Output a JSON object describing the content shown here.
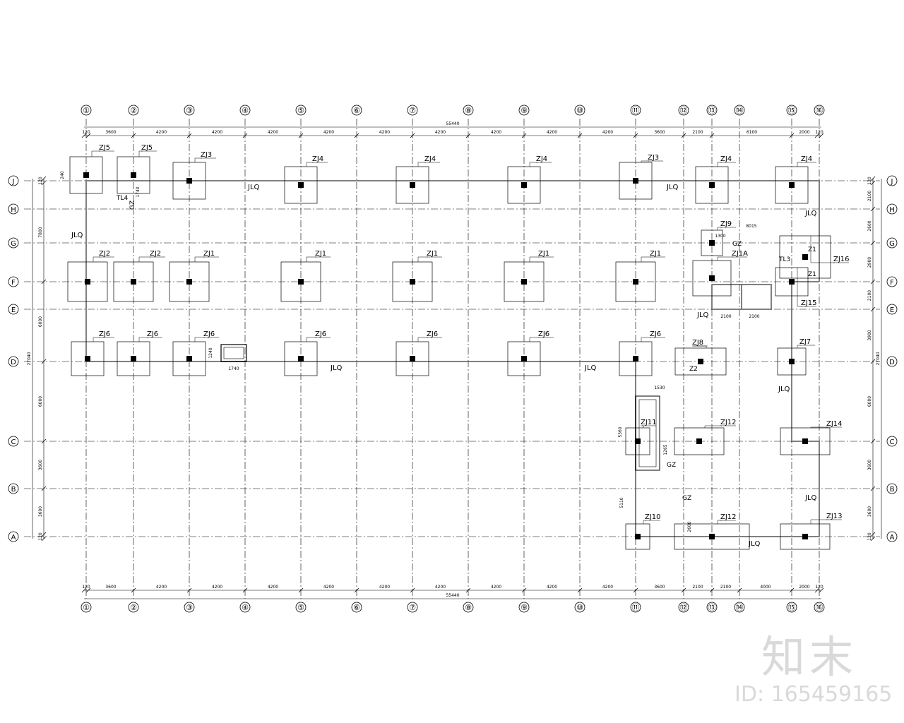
{
  "axes_x": [
    "①",
    "②",
    "③",
    "④",
    "⑤",
    "⑥",
    "⑦",
    "⑧",
    "⑨",
    "⑩",
    "⑪",
    "⑫",
    "⑬",
    "⑭",
    "⑮",
    "⑯"
  ],
  "axes_y": [
    "J",
    "H",
    "G",
    "F",
    "E",
    "D",
    "C",
    "B",
    "A"
  ],
  "dims_top": [
    "120",
    "3600",
    "4200",
    "4200",
    "4200",
    "4200",
    "4200",
    "4200",
    "4200",
    "4200",
    "4200",
    "3600",
    "2100",
    "6100",
    "2000",
    "120"
  ],
  "dims_bottom": [
    "120",
    "3600",
    "4200",
    "4200",
    "4200",
    "4200",
    "4200",
    "4200",
    "4200",
    "4200",
    "4200",
    "3600",
    "2100",
    "2100",
    "4000",
    "2000",
    "120"
  ],
  "dim_total": "55440",
  "dims_left": [
    "120",
    "7800",
    "6000",
    "6000",
    "3600",
    "3600",
    "120"
  ],
  "dim_left_total": "27040",
  "dims_right": [
    "120",
    "2100",
    "2600",
    "2900",
    "2100",
    "3900",
    "6000",
    "3600",
    "3600",
    "120"
  ],
  "dim_right_total": "27040",
  "footings": [
    {
      "label": "ZJ5"
    },
    {
      "label": "ZJ5"
    },
    {
      "label": "ZJ3"
    },
    {
      "label": "ZJ4"
    },
    {
      "label": "ZJ4"
    },
    {
      "label": "ZJ4"
    },
    {
      "label": "ZJ3"
    },
    {
      "label": "ZJ4"
    },
    {
      "label": "ZJ4"
    },
    {
      "label": "ZJ2"
    },
    {
      "label": "ZJ2"
    },
    {
      "label": "ZJ1"
    },
    {
      "label": "ZJ1"
    },
    {
      "label": "ZJ1"
    },
    {
      "label": "ZJ1"
    },
    {
      "label": "ZJ1"
    },
    {
      "label": "ZJ6"
    },
    {
      "label": "ZJ6"
    },
    {
      "label": "ZJ6"
    },
    {
      "label": "ZJ6"
    },
    {
      "label": "ZJ6"
    },
    {
      "label": "ZJ6"
    },
    {
      "label": "ZJ6"
    },
    {
      "label": "ZJ9"
    },
    {
      "label": "ZJ1A"
    },
    {
      "label": "ZJ16"
    },
    {
      "label": "ZJ15"
    },
    {
      "label": "ZJ8"
    },
    {
      "label": "ZJ7"
    },
    {
      "label": "ZJ11"
    },
    {
      "label": "ZJ12"
    },
    {
      "label": "ZJ14"
    },
    {
      "label": "ZJ10"
    },
    {
      "label": "ZJ12"
    },
    {
      "label": "ZJ13"
    }
  ],
  "beam_labels": [
    "JLQ",
    "JLQ",
    "JLQ",
    "JLQ",
    "JLQ",
    "JLQ",
    "JLQ",
    "JLQ",
    "JLQ",
    "JLQ"
  ],
  "misc_labels": [
    "TL4",
    "GZ",
    "GZ",
    "TL3",
    "Z1",
    "Z1",
    "Z2",
    "GZ",
    "GZ"
  ],
  "local_dims": [
    "240",
    "1740",
    "1300",
    "8015",
    "1240",
    "1740",
    "2100",
    "2100",
    "1530",
    "5360",
    "1265",
    "5110",
    "2600"
  ],
  "watermark_logo": "知末",
  "watermark_id": "ID: 165459165"
}
